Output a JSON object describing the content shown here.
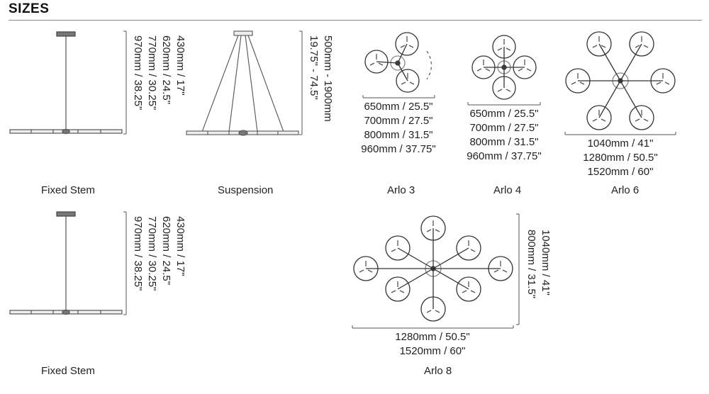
{
  "section": {
    "title": "SIZES"
  },
  "products": {
    "fixed_stem_1": {
      "caption": "Fixed Stem",
      "sizes": [
        "430mm / 17\"",
        "620mm / 24.5\"",
        "770mm / 30.25\"",
        "970mm / 38.25\""
      ]
    },
    "suspension": {
      "caption": "Suspension",
      "sizes": [
        "500mm - 1900mm",
        "19.75\" - 74.5\""
      ]
    },
    "arlo3": {
      "caption": "Arlo 3",
      "sizes": [
        "650mm / 25.5\"",
        "700mm / 27.5\"",
        "800mm / 31.5\"",
        "960mm / 37.75\""
      ]
    },
    "arlo4": {
      "caption": "Arlo 4",
      "sizes": [
        "650mm / 25.5\"",
        "700mm / 27.5\"",
        "800mm / 31.5\"",
        "960mm / 37.75\""
      ]
    },
    "arlo6": {
      "caption": "Arlo 6",
      "sizes": [
        "1040mm / 41\"",
        "1280mm / 50.5\"",
        "1520mm / 60\""
      ]
    },
    "fixed_stem_2": {
      "caption": "Fixed Stem",
      "sizes": [
        "430mm / 17\"",
        "620mm / 24.5\"",
        "770mm / 30.25\"",
        "970mm / 38.25\""
      ]
    },
    "arlo8": {
      "caption": "Arlo 8",
      "sizes_vertical": [
        "1040mm / 41\"",
        "800mm / 31.5\""
      ],
      "sizes_horizontal": [
        "1280mm / 50.5\"",
        "1520mm / 60\""
      ]
    }
  }
}
